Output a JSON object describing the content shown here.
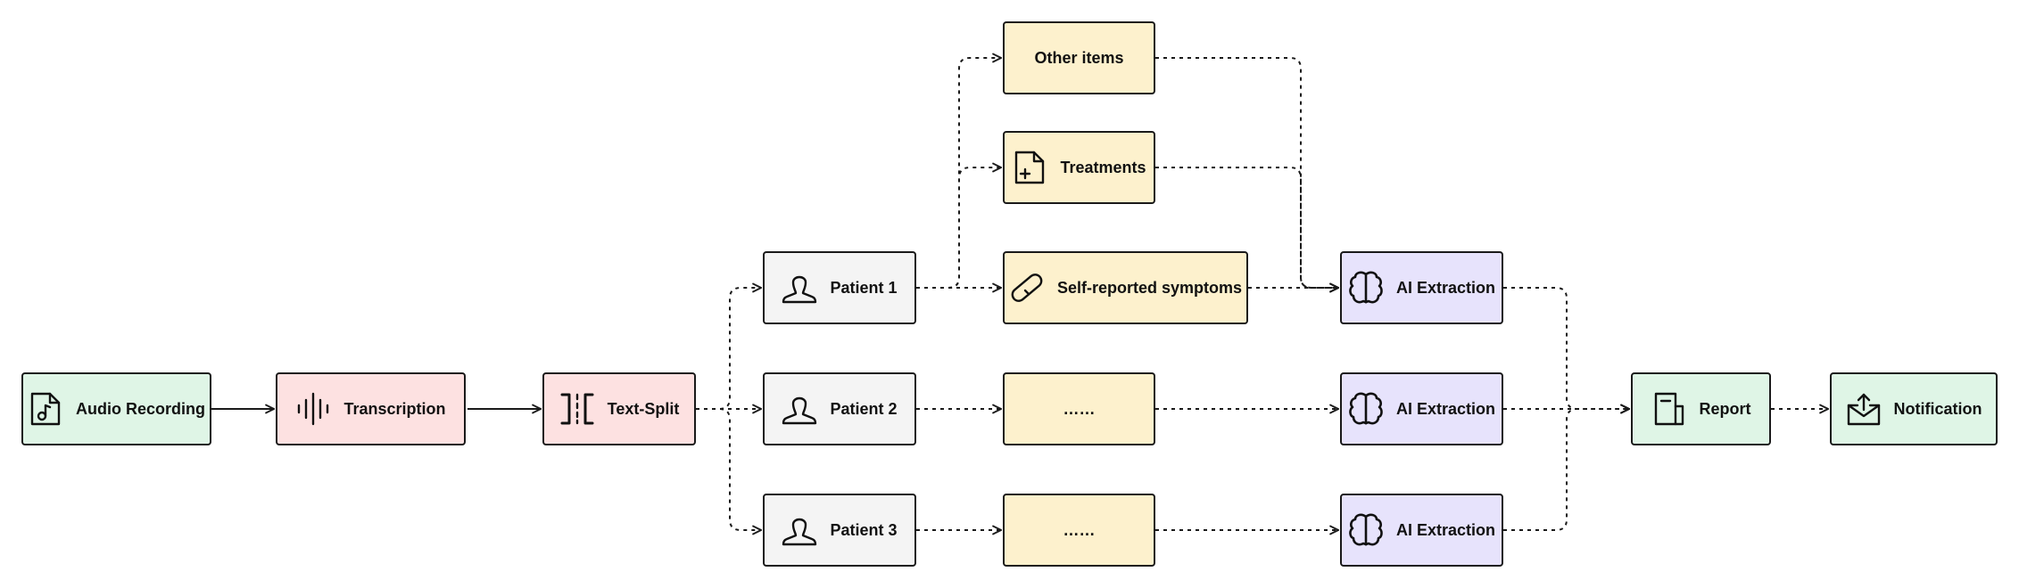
{
  "nodes": {
    "audio_recording": {
      "label": "Audio Recording",
      "icon": "audio-file-icon"
    },
    "transcription": {
      "label": "Transcription",
      "icon": "waveform-icon"
    },
    "text_split": {
      "label": "Text-Split",
      "icon": "split-icon"
    },
    "patient_1": {
      "label": "Patient 1",
      "icon": "user-icon"
    },
    "patient_2": {
      "label": "Patient 2",
      "icon": "user-icon"
    },
    "patient_3": {
      "label": "Patient 3",
      "icon": "user-icon"
    },
    "other_items": {
      "label": "Other items"
    },
    "treatments": {
      "label": "Treatments",
      "icon": "document-plus-icon"
    },
    "symptoms": {
      "label": "Self-reported symptoms",
      "icon": "pill-icon"
    },
    "ellipsis_2": {
      "label": "……"
    },
    "ellipsis_3": {
      "label": "……"
    },
    "ai_1": {
      "label": "AI Extraction",
      "icon": "brain-icon"
    },
    "ai_2": {
      "label": "AI Extraction",
      "icon": "brain-icon"
    },
    "ai_3": {
      "label": "AI Extraction",
      "icon": "brain-icon"
    },
    "report": {
      "label": "Report",
      "icon": "report-icon"
    },
    "notification": {
      "label": "Notification",
      "icon": "mail-upload-icon"
    }
  },
  "edges": [
    {
      "from": "audio_recording",
      "to": "transcription",
      "style": "solid"
    },
    {
      "from": "transcription",
      "to": "text_split",
      "style": "solid"
    },
    {
      "from": "text_split",
      "to": "patient_1",
      "style": "dashed"
    },
    {
      "from": "text_split",
      "to": "patient_2",
      "style": "dashed"
    },
    {
      "from": "text_split",
      "to": "patient_3",
      "style": "dashed"
    },
    {
      "from": "patient_1",
      "to": "other_items",
      "style": "dashed"
    },
    {
      "from": "patient_1",
      "to": "treatments",
      "style": "dashed"
    },
    {
      "from": "patient_1",
      "to": "symptoms",
      "style": "dashed"
    },
    {
      "from": "patient_2",
      "to": "ellipsis_2",
      "style": "dashed"
    },
    {
      "from": "patient_3",
      "to": "ellipsis_3",
      "style": "dashed"
    },
    {
      "from": "other_items",
      "to": "ai_1",
      "style": "dashed"
    },
    {
      "from": "treatments",
      "to": "ai_1",
      "style": "dashed"
    },
    {
      "from": "symptoms",
      "to": "ai_1",
      "style": "dashed"
    },
    {
      "from": "ellipsis_2",
      "to": "ai_2",
      "style": "dashed"
    },
    {
      "from": "ellipsis_3",
      "to": "ai_3",
      "style": "dashed"
    },
    {
      "from": "ai_1",
      "to": "report",
      "style": "dashed"
    },
    {
      "from": "ai_2",
      "to": "report",
      "style": "dashed"
    },
    {
      "from": "ai_3",
      "to": "report",
      "style": "dashed"
    },
    {
      "from": "report",
      "to": "notification",
      "style": "dashed"
    }
  ],
  "colors": {
    "source_green": "#dff5e6",
    "process_pink": "#fde1e1",
    "patient_gray": "#f4f4f4",
    "item_yellow": "#fdf1cd",
    "ai_purple": "#e7e3fc",
    "stroke": "#1a1a1a"
  }
}
